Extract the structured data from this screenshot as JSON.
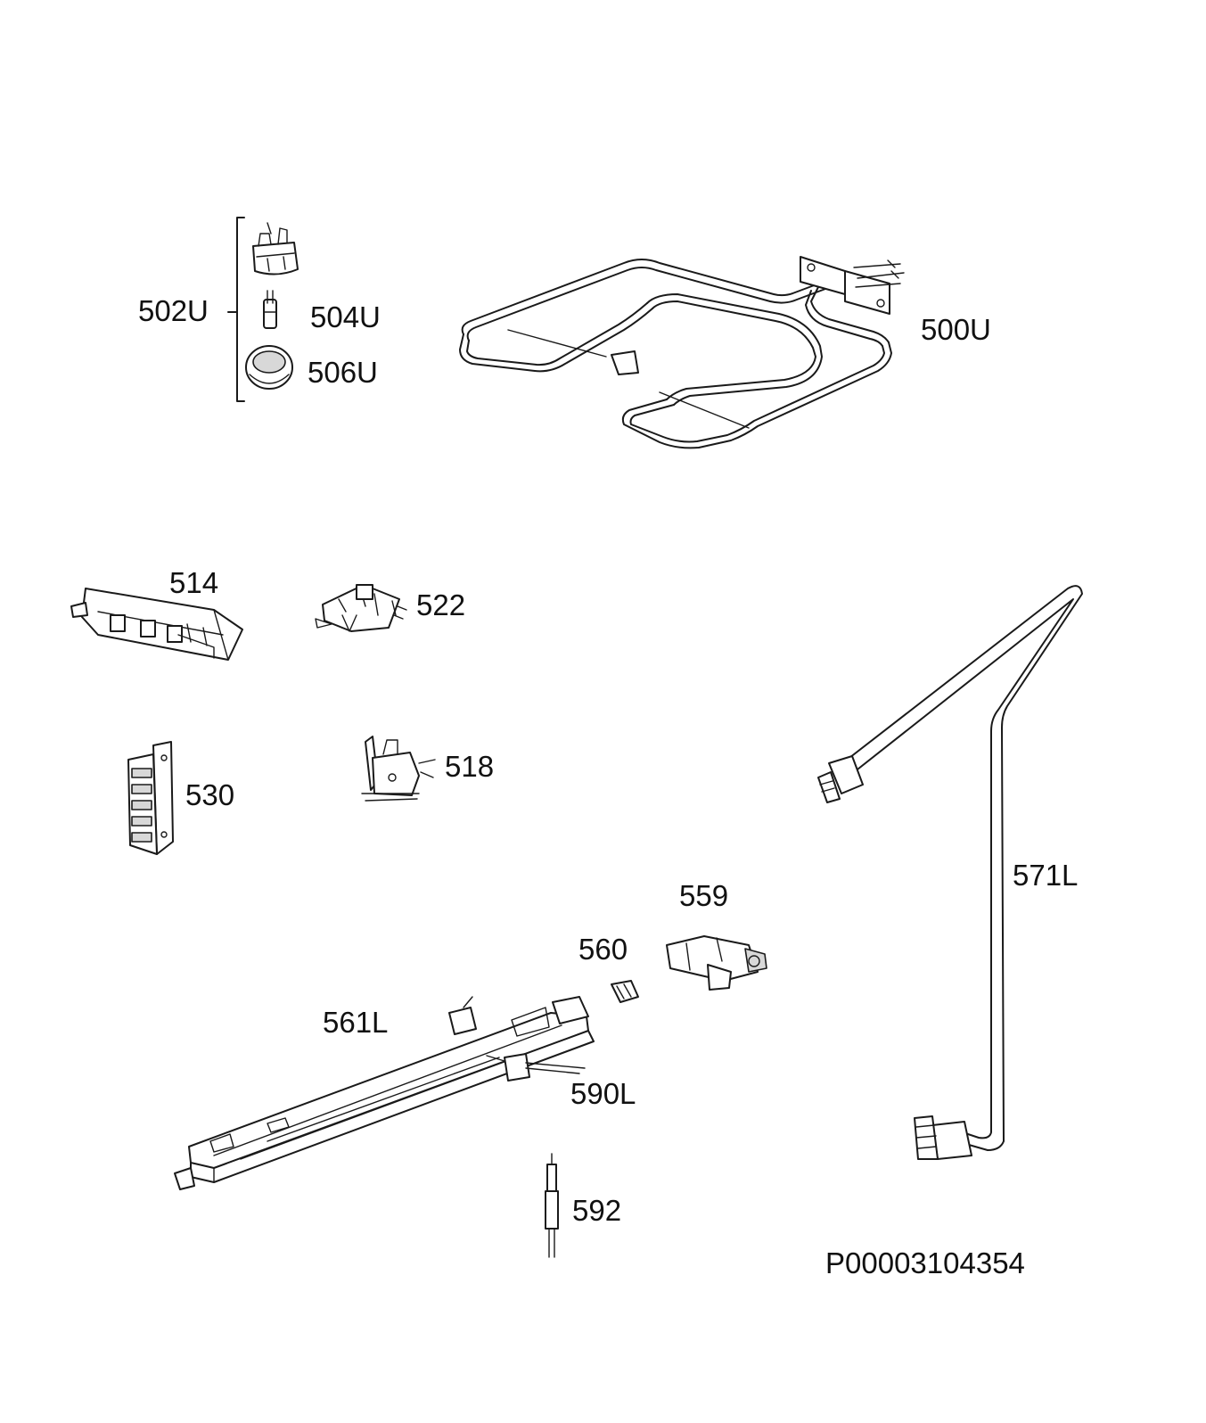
{
  "diagram": {
    "parts": [
      {
        "id": "502U",
        "label": "502U"
      },
      {
        "id": "504U",
        "label": "504U"
      },
      {
        "id": "506U",
        "label": "506U"
      },
      {
        "id": "500U",
        "label": "500U"
      },
      {
        "id": "514",
        "label": "514"
      },
      {
        "id": "522",
        "label": "522"
      },
      {
        "id": "530",
        "label": "530"
      },
      {
        "id": "518",
        "label": "518"
      },
      {
        "id": "571L",
        "label": "571L"
      },
      {
        "id": "559",
        "label": "559"
      },
      {
        "id": "560",
        "label": "560"
      },
      {
        "id": "561L",
        "label": "561L"
      },
      {
        "id": "590L",
        "label": "590L"
      },
      {
        "id": "592",
        "label": "592"
      }
    ],
    "document_id": "P00003104354"
  },
  "colors": {
    "line": "#1a1a1a",
    "background": "#ffffff"
  }
}
